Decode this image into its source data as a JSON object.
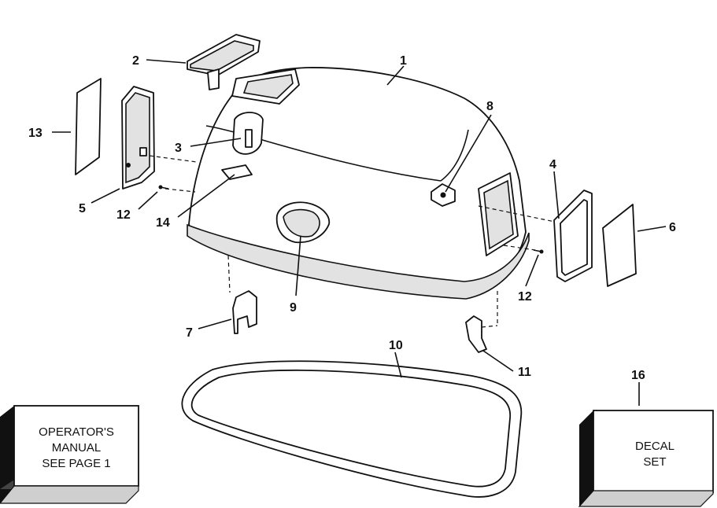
{
  "callouts": {
    "c1": "1",
    "c2": "2",
    "c3": "3",
    "c4": "4",
    "c5": "5",
    "c6": "6",
    "c7": "7",
    "c8": "8",
    "c9": "9",
    "c10": "10",
    "c11": "11",
    "c12a": "12",
    "c12b": "12",
    "c13": "13",
    "c14": "14",
    "c16": "16"
  },
  "boxes": {
    "operator": {
      "line1": "OPERATOR'S",
      "line2": "MANUAL",
      "line3": "SEE PAGE 1"
    },
    "decal": {
      "line1": "DECAL",
      "line2": "SET"
    }
  }
}
